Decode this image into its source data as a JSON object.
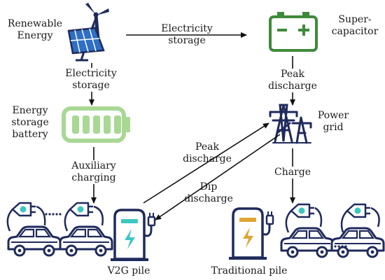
{
  "nodes": {
    "renewable": {
      "line1": "Renewable",
      "line2": "Energy"
    },
    "supercap": {
      "line1": "Super-",
      "line2": "capacitor"
    },
    "battery": {
      "line1": "Energy",
      "line2": "storage",
      "line3": "battery"
    },
    "grid": {
      "line1": "Power",
      "line2": "grid"
    },
    "v2g": {
      "label": "V2G pile"
    },
    "traditional": {
      "label": "Traditional pile"
    }
  },
  "edges": {
    "renewable_to_supercap": {
      "line1": "Electricity",
      "line2": "storage"
    },
    "renewable_to_battery": {
      "line1": "Electricity",
      "line2": "storage"
    },
    "supercap_to_grid": {
      "line1": "Peak",
      "line2": "discharge"
    },
    "battery_to_ev": {
      "line1": "Auxiliary",
      "line2": "charging"
    },
    "v2g_to_grid": {
      "line1": "Peak",
      "line2": "discharge"
    },
    "grid_to_v2g": {
      "line1": "Dip",
      "line2": "discharge"
    },
    "grid_to_ev": {
      "label": "Charge"
    }
  },
  "colors": {
    "navy": "#1f2a5c",
    "battery_green": "#a8d894",
    "supercap_green": "#3f8a3a",
    "teal": "#3ec7c0",
    "orange": "#e0a530"
  },
  "icons": [
    "wind-solar-icon",
    "supercapacitor-icon",
    "battery-icon",
    "power-tower-icon",
    "ev-car-icon",
    "charging-pile-icon",
    "plug-icon",
    "lightning-icon"
  ]
}
